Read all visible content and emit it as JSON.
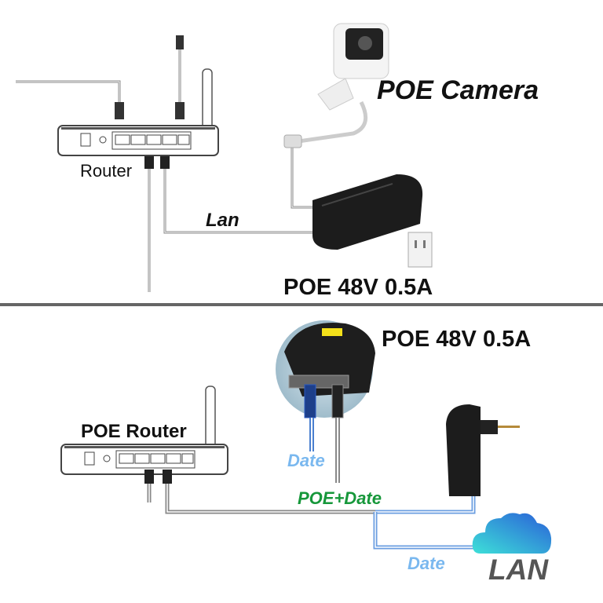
{
  "top": {
    "camera_label": "POE Camera",
    "router_label": "Router",
    "lan_label": "Lan",
    "injector_label": "POE 48V 0.5A"
  },
  "bottom": {
    "injector_label": "POE 48V 0.5A",
    "router_label": "POE Router",
    "date_label_upper": "Date",
    "poe_date_label": "POE+Date",
    "date_label_lower": "Date",
    "lan_label": "LAN"
  },
  "colors": {
    "date_blue": "#7ab8ef",
    "poe_green": "#16973a",
    "lan_gray": "#555555",
    "divider": "#666666",
    "cloud_start": "#3de0d8",
    "cloud_end": "#2a5fd8"
  },
  "icons": [
    "router-icon",
    "camera-icon",
    "poe-adapter-icon",
    "wall-outlet-icon",
    "cloud-icon",
    "ethernet-plug-icon"
  ]
}
